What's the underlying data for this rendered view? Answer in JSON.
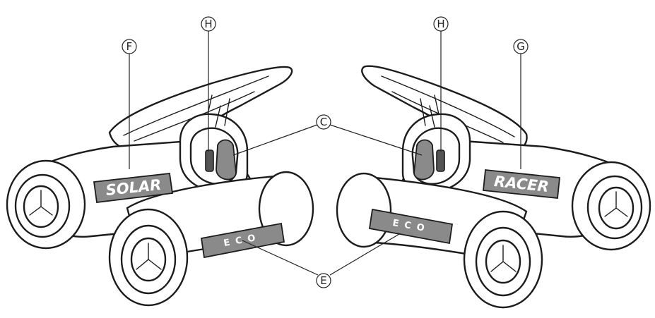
{
  "callouts": {
    "F": "F",
    "H_left": "H",
    "C": "C",
    "E": "E",
    "H_right": "H",
    "G": "G"
  },
  "labels": {
    "solar": "SOLAR",
    "racer": "RACER",
    "eco_left": "ECO",
    "eco_right": "ECO"
  },
  "colors": {
    "label_fill": "#8a8a8a",
    "line": "#1c1c1c"
  }
}
